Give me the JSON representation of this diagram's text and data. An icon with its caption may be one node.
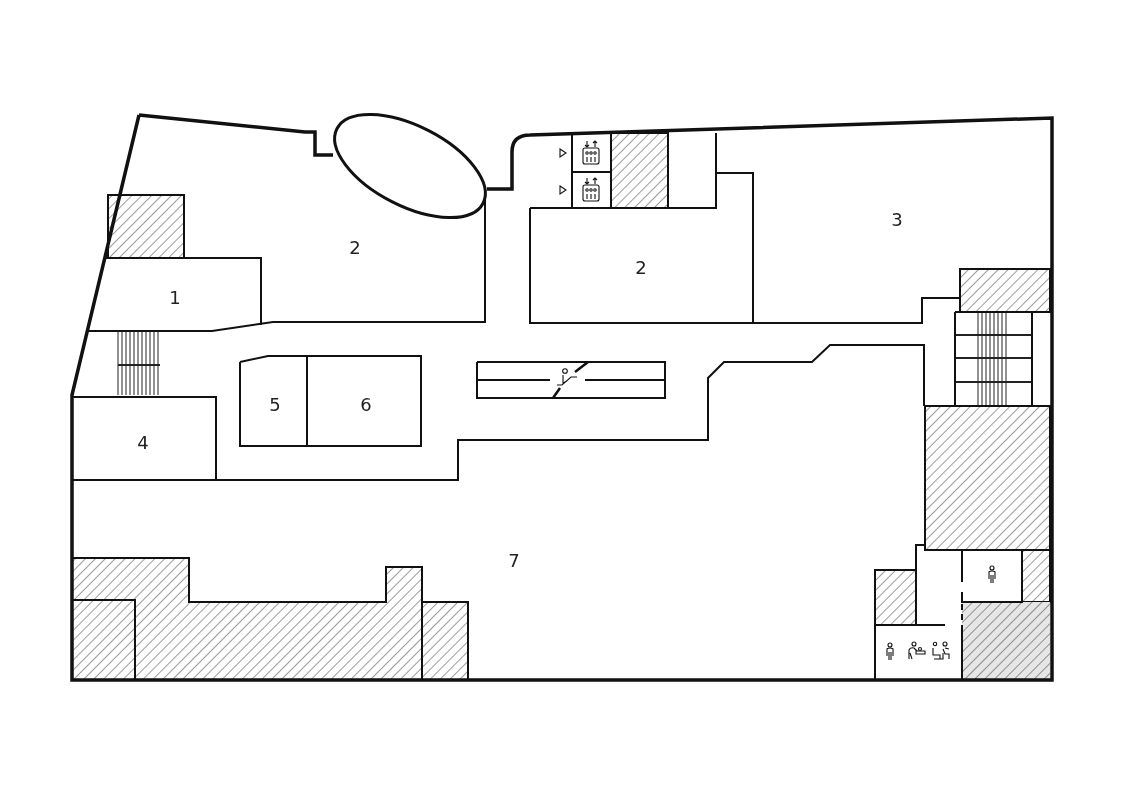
{
  "diagram": {
    "nodes": [
      {
        "text": [
          "1"
        ]
      },
      {
        "text": [
          "2"
        ]
      },
      {
        "text": [
          "2"
        ]
      },
      {
        "text": [
          "3"
        ]
      },
      {
        "text": [
          "4"
        ]
      },
      {
        "text": [
          "5"
        ]
      },
      {
        "text": [
          "6"
        ]
      },
      {
        "text": [
          "7"
        ]
      }
    ]
  }
}
